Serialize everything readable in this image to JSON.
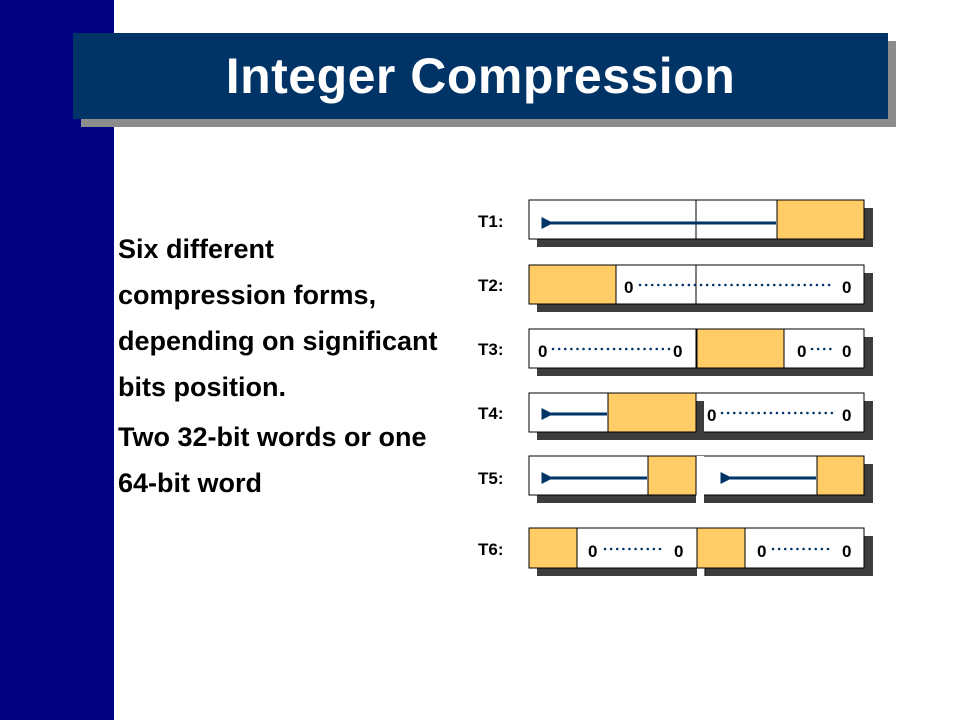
{
  "slide": {
    "title": "Integer Compression",
    "bullets": [
      "Six different compression forms, depending on significant bits position.",
      "Two 32-bit words or one 64-bit word"
    ]
  },
  "colors": {
    "sidebar": "#000080",
    "title_bg": "#003366",
    "title_text": "#ffffff",
    "significant_bits": "#ffcc66",
    "arrow": "#003366",
    "dots": "#003366",
    "shadow": "#3d3d3d"
  },
  "diagram": {
    "rows": [
      {
        "label": "T1:"
      },
      {
        "label": "T2:",
        "zero_left": "0",
        "zero_right": "0"
      },
      {
        "label": "T3:",
        "zero_a": "0",
        "zero_b": "0",
        "zero_c": "0",
        "zero_d": "0"
      },
      {
        "label": "T4:",
        "zero_left": "0",
        "zero_right": "0"
      },
      {
        "label": "T5:"
      },
      {
        "label": "T6:",
        "zero_a": "0",
        "zero_b": "0",
        "zero_c": "0",
        "zero_d": "0"
      }
    ]
  }
}
